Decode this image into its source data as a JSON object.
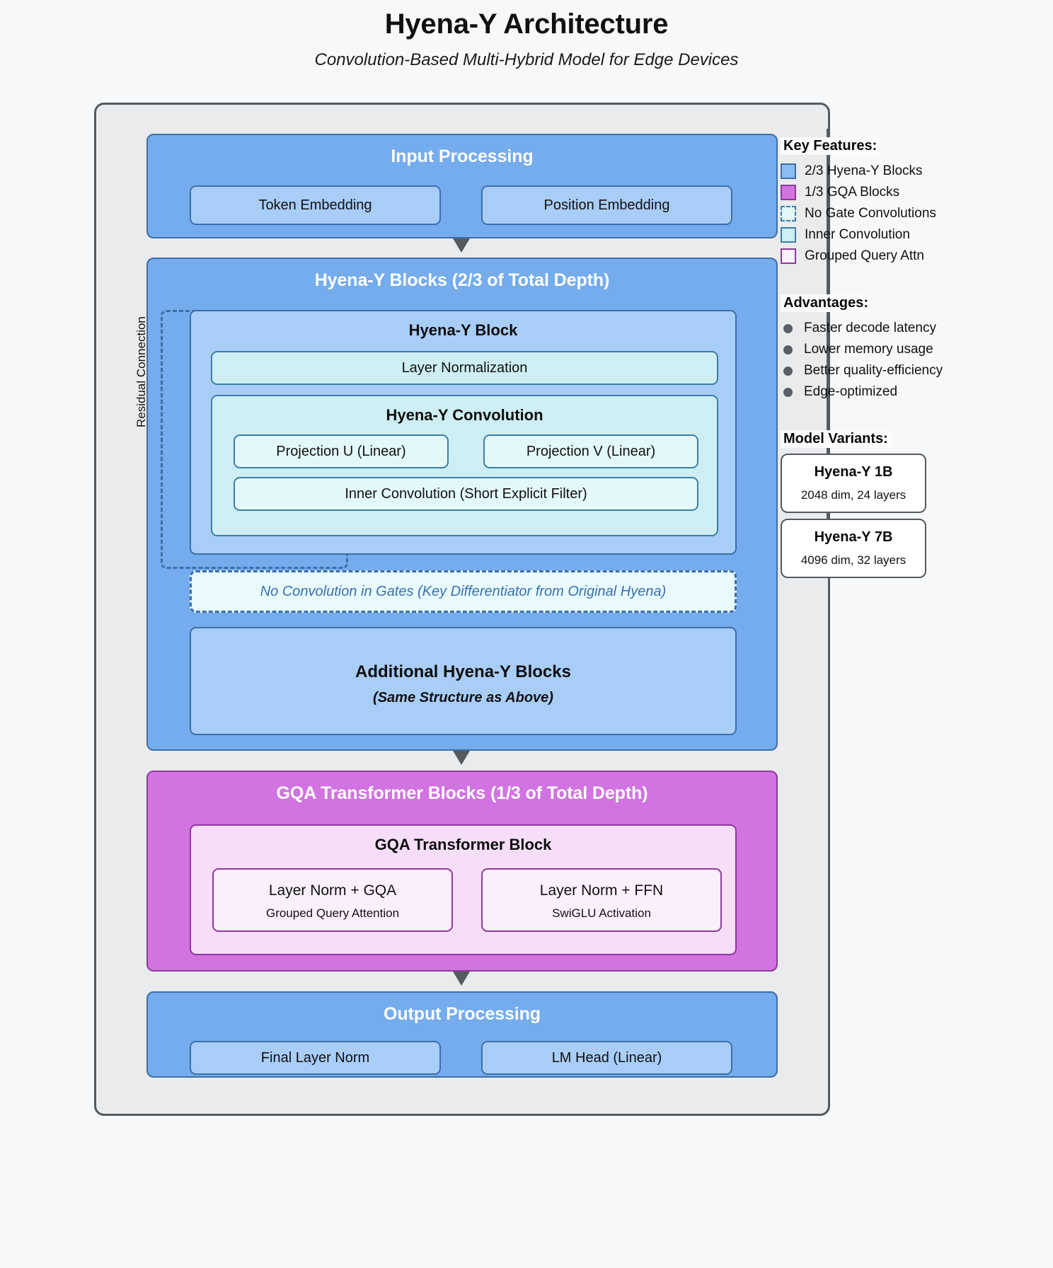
{
  "header": {
    "title": "Hyena-Y Architecture",
    "subtitle": "Convolution-Based Multi-Hybrid Model for Edge Devices"
  },
  "diagram": {
    "input": {
      "title": "Input Processing",
      "items": [
        "Token Embedding",
        "Position Embedding"
      ]
    },
    "hyena": {
      "title": "Hyena-Y Blocks (2/3 of Total Depth)",
      "block_title": "Hyena-Y Block",
      "layer_norm": "Layer Normalization",
      "conv_title": "Hyena-Y Convolution",
      "projections": [
        "Projection U (Linear)",
        "Projection V (Linear)"
      ],
      "inner_conv": "Inner Convolution (Short Explicit Filter)",
      "gates_note": "No Convolution in Gates (Key Differentiator from Original Hyena)",
      "additional_title": "Additional Hyena-Y Blocks",
      "additional_sub": "(Same Structure as Above)",
      "residual_label": "Residual Connection"
    },
    "gqa": {
      "title": "GQA Transformer Blocks (1/3 of Total Depth)",
      "block_title": "GQA Transformer Block",
      "cells": [
        {
          "title": "Layer Norm + GQA",
          "sub": "Grouped Query Attention"
        },
        {
          "title": "Layer Norm + FFN",
          "sub": "SwiGLU Activation"
        }
      ]
    },
    "output": {
      "title": "Output Processing",
      "items": [
        "Final Layer Norm",
        "LM Head (Linear)"
      ]
    }
  },
  "sidebar": {
    "key_features_heading": "Key Features:",
    "legend": [
      {
        "label": "2/3 Hyena-Y Blocks",
        "color": "#8cbcf0",
        "border": "#3d6fa8",
        "dashed": false
      },
      {
        "label": "1/3 GQA Blocks",
        "color": "#d173e0",
        "border": "#8d3a9c",
        "dashed": false
      },
      {
        "label": "No Gate Convolutions",
        "color": "#e3f8fb",
        "border": "#3d7ea8",
        "dashed": true
      },
      {
        "label": "Inner Convolution",
        "color": "#cdeef2",
        "border": "#3d7ea8",
        "dashed": false
      },
      {
        "label": "Grouped Query Attn",
        "color": "#fbeffd",
        "border": "#8d3a9c",
        "dashed": false
      }
    ],
    "advantages_heading": "Advantages:",
    "advantages": [
      "Faster decode latency",
      "Lower memory usage",
      "Better quality-efficiency",
      "Edge-optimized"
    ],
    "variants_heading": "Model Variants:",
    "variants": [
      {
        "name": "Hyena-Y 1B",
        "spec": "2048 dim, 24 layers"
      },
      {
        "name": "Hyena-Y 7B",
        "spec": "4096 dim, 32 layers"
      }
    ]
  }
}
